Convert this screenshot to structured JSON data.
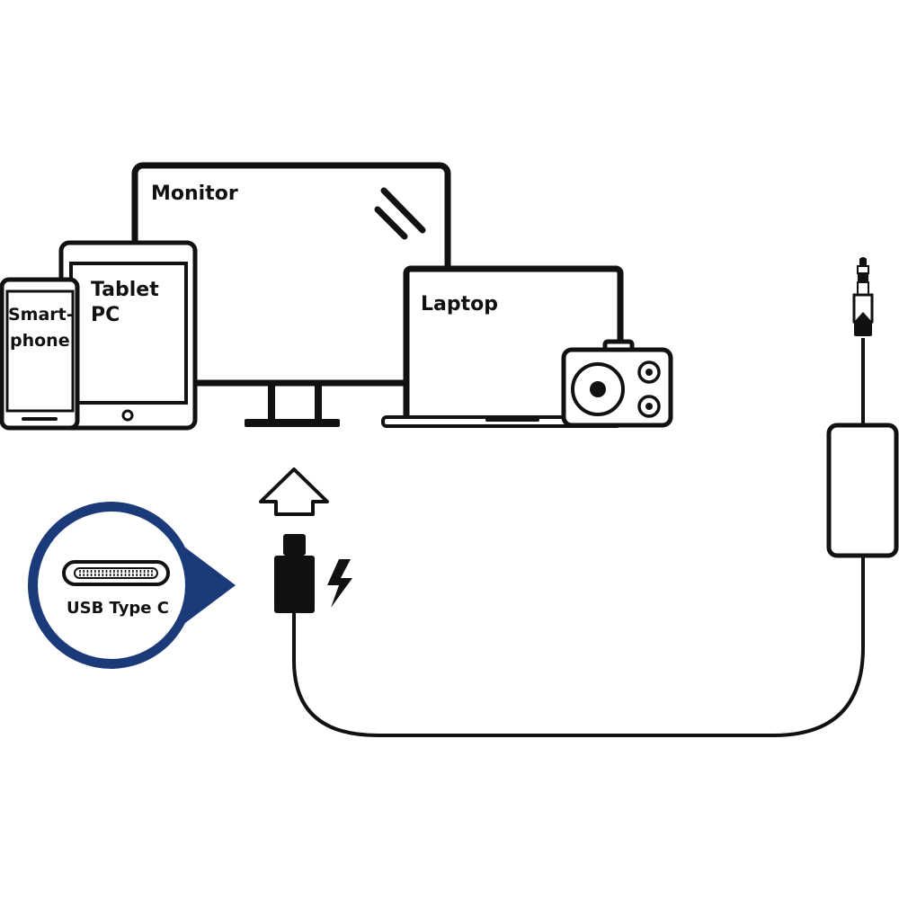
{
  "devices": {
    "monitor_label": "Monitor",
    "tablet_label_line1": "Tablet",
    "tablet_label_line2": "PC",
    "smartphone_label_line1": "Smart-",
    "smartphone_label_line2": "phone",
    "laptop_label": "Laptop"
  },
  "connector": {
    "label": "USB Type C"
  },
  "icons": {
    "arrow": "up-arrow-icon",
    "power": "lightning-icon",
    "camera": "camera-icon",
    "jack": "audio-jack-icon",
    "remote": "inline-remote-icon"
  },
  "colors": {
    "stroke": "#111111",
    "badge_ring": "#1b3a7a",
    "background": "#ffffff"
  }
}
